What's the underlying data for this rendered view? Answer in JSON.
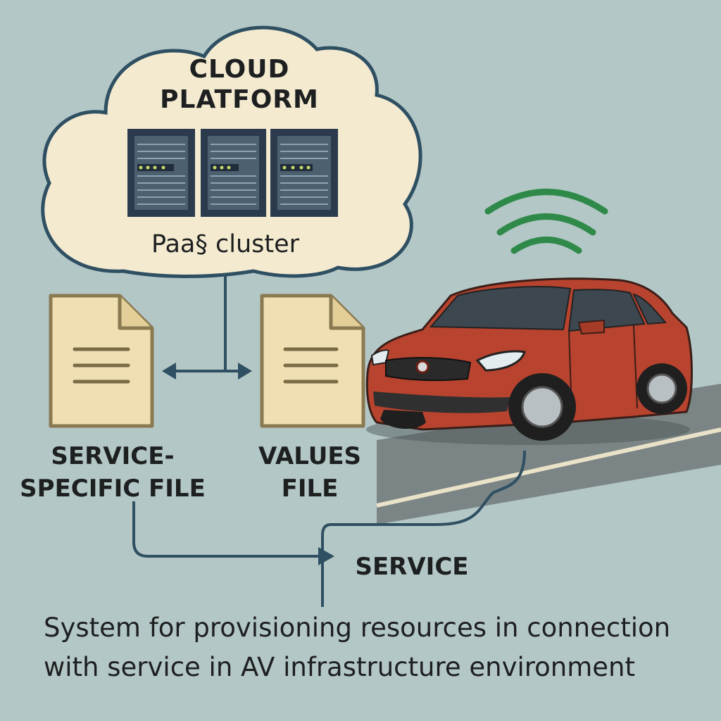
{
  "cloud": {
    "title_line1": "CLOUD",
    "title_line2": "PLATFORM",
    "cluster_label": "Paa§ cluster"
  },
  "files": {
    "service_specific_line1": "SERVICE-",
    "service_specific_line2": "SPECIFIC FILE",
    "values_line1": "VALUES",
    "values_line2": "FILE"
  },
  "service": {
    "label": "SERVICE"
  },
  "caption": {
    "line1": "System for provisioning resources in connection",
    "line2": "with service in AV infrastructure environment"
  },
  "colors": {
    "background": "#b3c7c6",
    "cloud_fill": "#f3ead0",
    "cloud_outline": "#2f4f62",
    "server": "#2b3b4d",
    "file_fill": "#f0dfb2",
    "file_outline": "#8a7a52",
    "arrow": "#2f4f62",
    "car_body": "#b8432e",
    "wifi": "#2f8a4a",
    "road": "#6f7777"
  }
}
